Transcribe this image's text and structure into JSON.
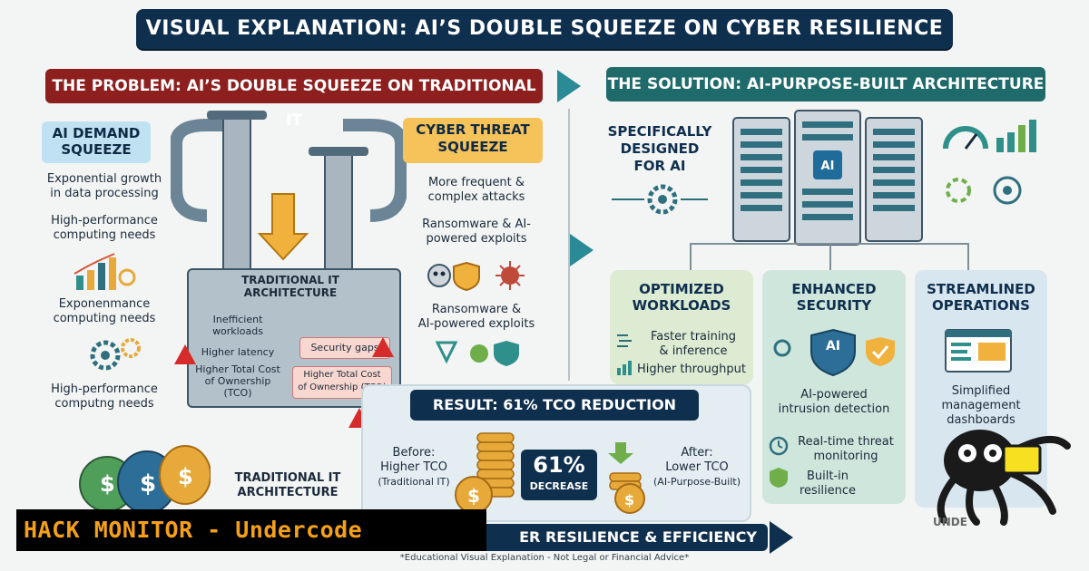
{
  "title": "VISUAL EXPLANATION: AI’S DOUBLE SQUEEZE ON CYBER RESILIENCE",
  "problem": {
    "banner": "THE PROBLEM: AI’S DOUBLE SQUEEZE ON TRADITIONAL IT",
    "ai_demand": {
      "label_1": "AI DEMAND",
      "label_2": "SQUEEZE",
      "item_1a": "Exponential growth",
      "item_1b": "in data processing",
      "item_2a": "High-performance",
      "item_2b": "computing needs",
      "item_3a": "Exponenmance",
      "item_3b": "computing needs",
      "item_4a": "High-performance",
      "item_4b": "computng needs"
    },
    "cyber_threat": {
      "label_1": "CYBER THREAT",
      "label_2": "SQUEEZE",
      "item_1a": "More frequent &",
      "item_1b": "complex attacks",
      "item_2a": "Ransomware & AI-",
      "item_2b": "powered exploits",
      "item_3a": "Ransomware &",
      "item_3b": "AI-powered exploits"
    },
    "box": {
      "top_1": "TRADITIONAL IT",
      "top_2": "ARCHITECTURE",
      "left_1": "Inefficient",
      "left_2": "workloads",
      "left_3": "Higher latency",
      "left_4": "Higher Total Cost",
      "left_5": "of Ownership (TCO)",
      "right_1": "Security gaps",
      "right_2": "Higher Total Cost",
      "right_3": "of Ownership (TCO)"
    },
    "base_1": "TRADITIONAL IT",
    "base_2": "ARCHITECTURE"
  },
  "solution": {
    "banner": "THE SOLUTION: AI-PURPOSE-BUILT ARCHITECTURE",
    "designed_1": "SPECIFICALLY",
    "designed_2": "DESIGNED",
    "designed_3": "FOR AI",
    "rack_badge": "AI",
    "cards": [
      {
        "title_1": "OPTIMIZED",
        "title_2": "WORKLOADS",
        "line_1": "Faster training",
        "line_2": "& inference",
        "line_3": "Higher throughput",
        "bg": "#dcebd2"
      },
      {
        "title_1": "ENHANCED",
        "title_2": "SECURITY",
        "badge": "AI",
        "line_1": "AI-powered",
        "line_2": "intrusion detection",
        "line_3": "Real-time threat",
        "line_4": "monitoring",
        "line_5": "Built-in",
        "line_6": "resilience",
        "bg": "#cfe6dc"
      },
      {
        "title_1": "STREAMLINED",
        "title_2": "OPERATIONS",
        "line_1": "Simplified",
        "line_2": "management",
        "line_3": "dashboards",
        "bg": "#d7e6ef"
      }
    ]
  },
  "result": {
    "banner": "RESULT: 61% TCO REDUCTION",
    "before_1": "Before:",
    "before_2": "Higher TCO",
    "before_3": "(Traditional IT)",
    "percent": "61%",
    "decrease": "DECREASE",
    "after_1": "After:",
    "after_2": "Lower TCO",
    "after_3": "(AI-Purpose-Built)"
  },
  "bottom_banner": "ER RESILIENCE & EFFICIENCY",
  "overlay": "HACK MONITOR - Undercode",
  "watermark": "UNDE",
  "footer": "*Educational Visual Explanation - Not Legal or Financial Advice*",
  "colors": {
    "navy": "#0f2f4e",
    "problem_red": "#8d1f1f",
    "solution_teal": "#1f6b6b",
    "ai_label_blue": "#bfe1f1",
    "cyber_label_orange": "#f6c25a",
    "overlay_orange": "#f4a01a"
  }
}
